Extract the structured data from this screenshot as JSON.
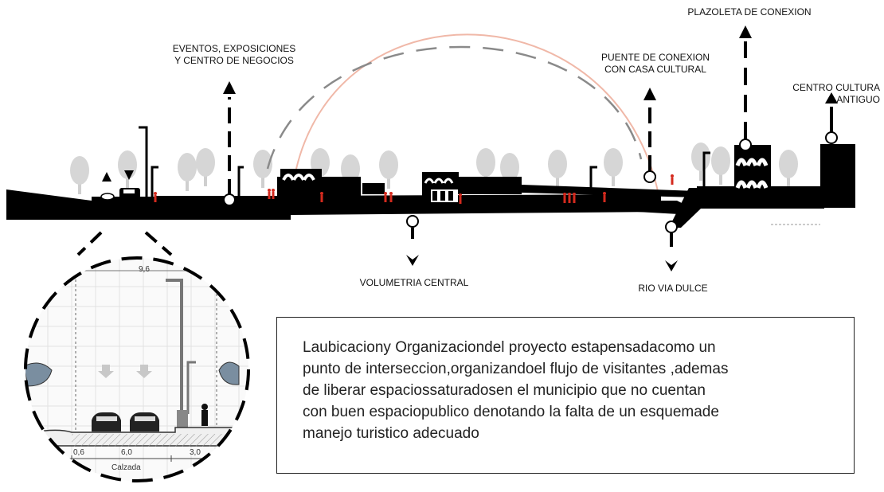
{
  "labels": {
    "eventos": "EVENTOS, EXPOSICIONES\nY CENTRO DE NEGOCIOS",
    "puente": "PUENTE DE CONEXION\nCON CASA CULTURAL",
    "plazoleta": "PLAZOLETA DE CONEXION",
    "centro_cultural": "CENTRO CULTURA\nANTIGUO",
    "volumetria": "VOLUMETRIA CENTRAL",
    "rio": "RIO VIA DULCE"
  },
  "description": "Laubicaciony Organizaciondel proyecto estapensadacomo un\npunto de interseccion,organizandoel flujo de visitantes ,ademas\nde liberar espaciossaturadosen el municipio que no cuentan\ncon buen espaciopublico denotando la falta de un esquemade\nmanejo turistico adecuado",
  "section_detail": {
    "width_top": "9,6",
    "dim_left": "0,6",
    "dim_mid": "6,0",
    "dim_right": "3,0",
    "calzada": "Calzada"
  },
  "colors": {
    "ground": "#000000",
    "people": "#d42a1e",
    "arc": "#f0b8a8",
    "trees": "#cfcfcf",
    "dashed_arc": "#8a8a8a"
  },
  "icons": [
    "arrow-up-icon",
    "arrow-down-icon",
    "car-icon",
    "tree-icon",
    "person-icon",
    "streetlight-icon"
  ]
}
